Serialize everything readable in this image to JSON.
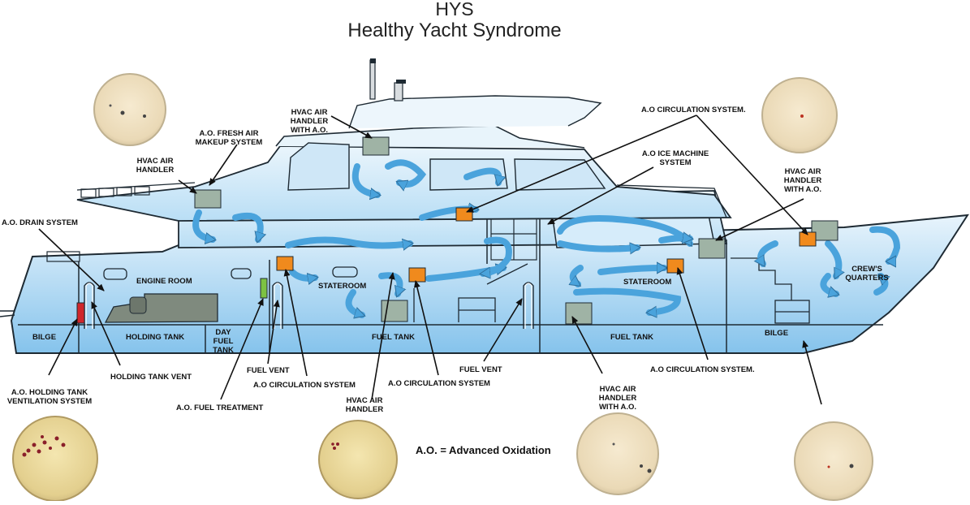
{
  "title": "HYS",
  "subtitle": "Healthy Yacht Syndrome",
  "legend": "A.O. = Advanced Oxidation",
  "rooms": {
    "engine_room": "ENGINE ROOM",
    "stateroom_1": "STATEROOM",
    "stateroom_2": "STATEROOM",
    "crews_quarters": "CREW'S QUARTERS",
    "bilge_aft": "BILGE",
    "holding_tank": "HOLDING TANK",
    "day_fuel_tank": "DAY FUEL TANK",
    "fuel_tank_1": "FUEL TANK",
    "fuel_tank_2": "FUEL TANK",
    "bilge_fwd": "BILGE"
  },
  "callouts": {
    "hvac_air_handler_ao_top": "HVAC AIR HANDLER WITH A.O.",
    "ao_fresh_air": "A.O.  FRESH AIR MAKEUP SYSTEM",
    "hvac_air_handler_left": "HVAC AIR HANDLER",
    "ao_drain": "A.O. DRAIN SYSTEM",
    "ao_circulation_top": "A.O CIRCULATION SYSTEM.",
    "ao_ice_machine": "A.O ICE MACHINE SYSTEM",
    "hvac_air_handler_ao_right": "HVAC AIR HANDLER WITH A.O.",
    "ao_holding_tank_vent": "A.O. HOLDING TANK VENTILATION SYSTEM",
    "holding_tank_vent": "HOLDING TANK VENT",
    "ao_fuel_treatment": "A.O. FUEL TREATMENT",
    "fuel_vent_1": "FUEL VENT",
    "ao_circulation_1": "A.O CIRCULATION SYSTEM",
    "hvac_air_handler_bottom": "HVAC AIR HANDLER",
    "ao_circulation_2": "A.O CIRCULATION SYSTEM",
    "fuel_vent_2": "FUEL VENT",
    "hvac_air_handler_ao_bottom": "HVAC AIR HANDLER WITH A.O.",
    "ao_circulation_3": "A.O CIRCULATION SYSTEM."
  },
  "colors": {
    "hull_light": "#dff0fb",
    "hull_dark": "#8cc6ec",
    "arrow": "#4aa3dc",
    "arrow_edge": "#2f6f9c",
    "ao_unit": "#f08a1d",
    "hvac_unit": "#9fb3a5",
    "fuel_treatment": "#7dc242",
    "holding_vent": "#d0262b",
    "petri": "#ecdcb2"
  }
}
